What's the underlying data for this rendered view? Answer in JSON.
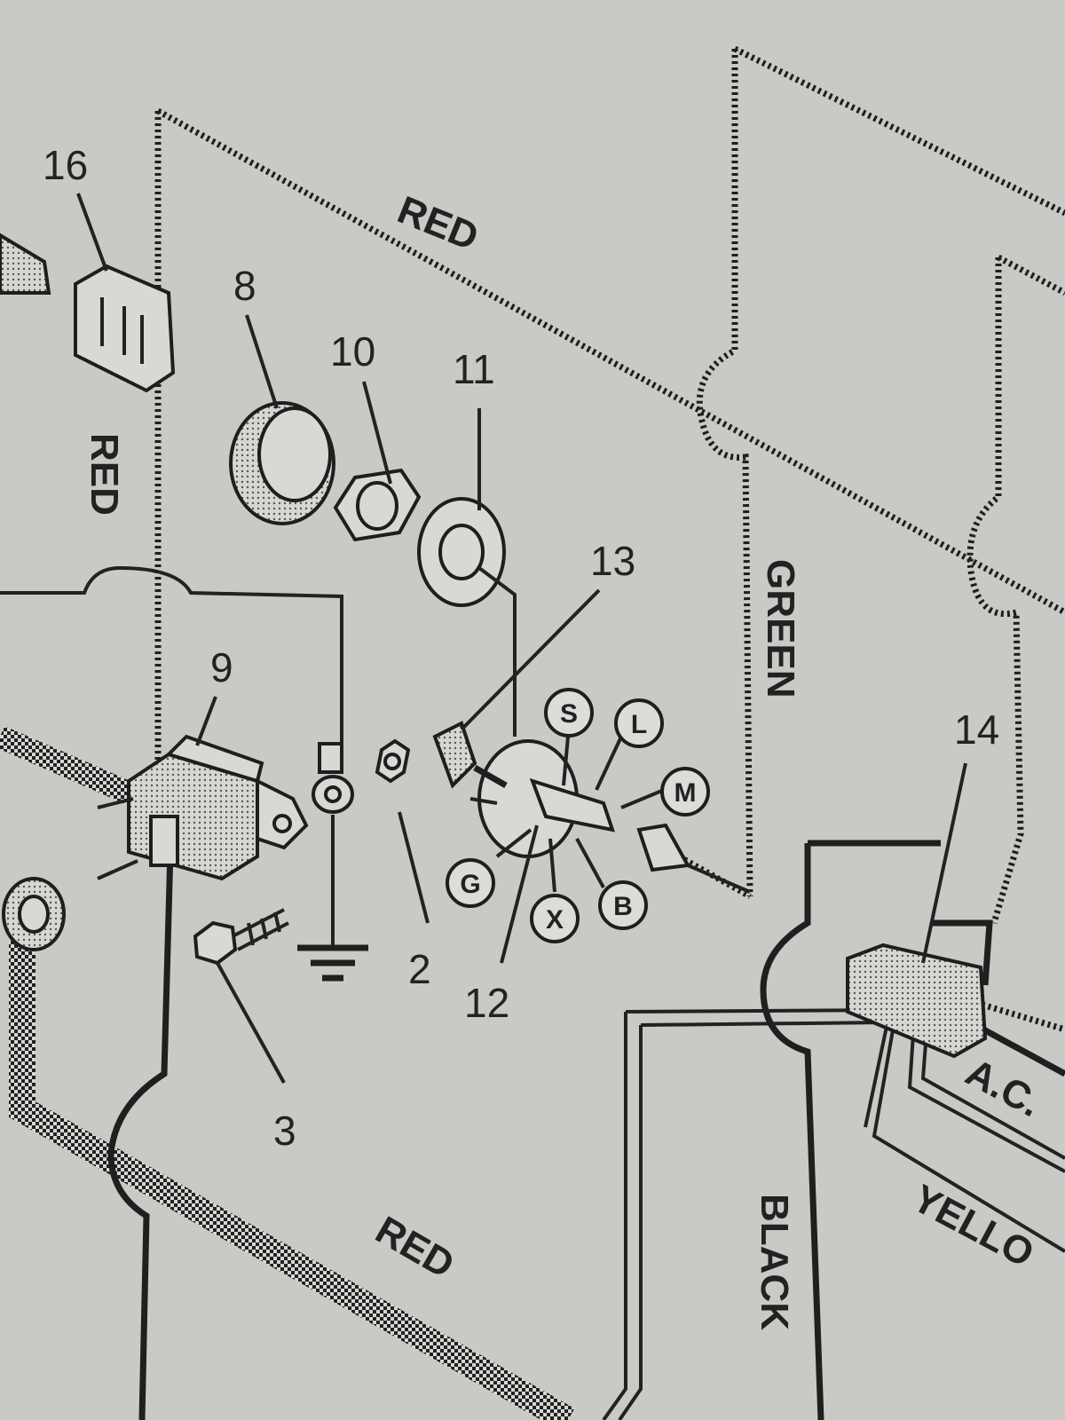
{
  "callouts": {
    "p16": "16",
    "p8": "8",
    "p10": "10",
    "p11": "11",
    "p13": "13",
    "p9": "9",
    "p14": "14",
    "p2": "2",
    "p12": "12",
    "p3": "3"
  },
  "wires": {
    "red_top": "RED",
    "red_left": "RED",
    "red_bottom": "RED",
    "green": "GREEN",
    "black": "BLACK",
    "ac": "A.C.",
    "yellow": "YELLO"
  },
  "terminals": {
    "s": "S",
    "l": "L",
    "m": "M",
    "g": "G",
    "x": "X",
    "b": "B"
  }
}
